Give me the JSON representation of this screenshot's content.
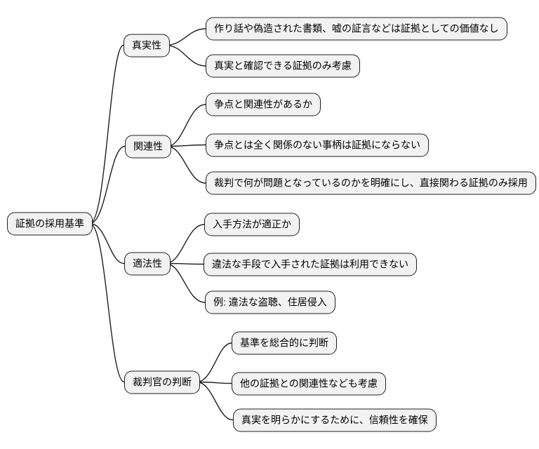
{
  "mindmap": {
    "root": {
      "label": "証拠の採用基準"
    },
    "branches": [
      {
        "label": "真実性",
        "children": [
          "作り話や偽造された書類、嘘の証言などは証拠としての価値なし",
          "真実と確認できる証拠のみ考慮"
        ]
      },
      {
        "label": "関連性",
        "children": [
          "争点と関連性があるか",
          "争点とは全く関係のない事柄は証拠にならない",
          "裁判で何が問題となっているのかを明確にし、直接関わる証拠のみ採用"
        ]
      },
      {
        "label": "適法性",
        "children": [
          "入手方法が適正か",
          "違法な手段で入手された証拠は利用できない",
          "例: 違法な盗聴、住居侵入"
        ]
      },
      {
        "label": "裁判官の判断",
        "children": [
          "基準を総合的に判断",
          "他の証拠との関連性なども考慮",
          "真実を明らかにするために、信頼性を確保"
        ]
      }
    ],
    "colors": {
      "background": "#ffffff",
      "node_fill": "#f2f2f2",
      "node_border": "#1f1f1f",
      "edge": "#1f1f1f",
      "text": "#000000"
    }
  }
}
